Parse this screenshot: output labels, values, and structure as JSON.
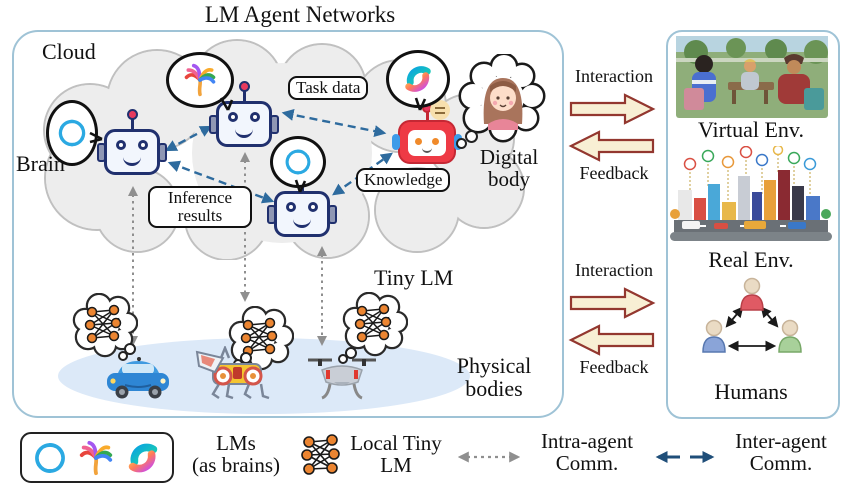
{
  "title": "LM Agent Networks",
  "main": {
    "cloud_label": "Cloud",
    "brain_label": "Brain",
    "task_data_label": "Task data",
    "knowledge_label": "Knowledge",
    "inference_line1": "Inference",
    "inference_line2": "results",
    "digital_line1": "Digital",
    "digital_line2": "body",
    "tiny_lm_label": "Tiny LM",
    "physical_line1": "Physical",
    "physical_line2": "bodies"
  },
  "flows": {
    "top": {
      "interaction": "Interaction",
      "feedback": "Feedback"
    },
    "bottom": {
      "interaction": "Interaction",
      "feedback": "Feedback"
    }
  },
  "environments": {
    "virtual_label": "Virtual Env.",
    "real_label": "Real Env.",
    "humans_label": "Humans"
  },
  "legend": {
    "lms_line1": "LMs",
    "lms_line2": "(as brains)",
    "local_line1": "Local Tiny",
    "local_line2": "LM",
    "intra_line1": "Intra-agent",
    "intra_line2": "Comm.",
    "inter_line1": "Inter-agent",
    "inter_line2": "Comm."
  },
  "icons": {
    "lm_logos": [
      "openai-logo",
      "palm-logo",
      "copilot-logo"
    ],
    "tiny_lm": "network-graph-icon"
  },
  "colors": {
    "inter_agent_arrow": "#2e6b9e",
    "intra_agent_arrow": "#8f8f8f",
    "block_arrow_fill": "#f8efd4",
    "block_arrow_border": "#93372f",
    "robot_outline": "#20306e",
    "red_robot": "#ee3a45",
    "cloud_fill": "#ededed",
    "platform_fill": "#dce9f8",
    "tiny_lm_node": "#ec8531",
    "panel_border": "#9fc3d6"
  }
}
